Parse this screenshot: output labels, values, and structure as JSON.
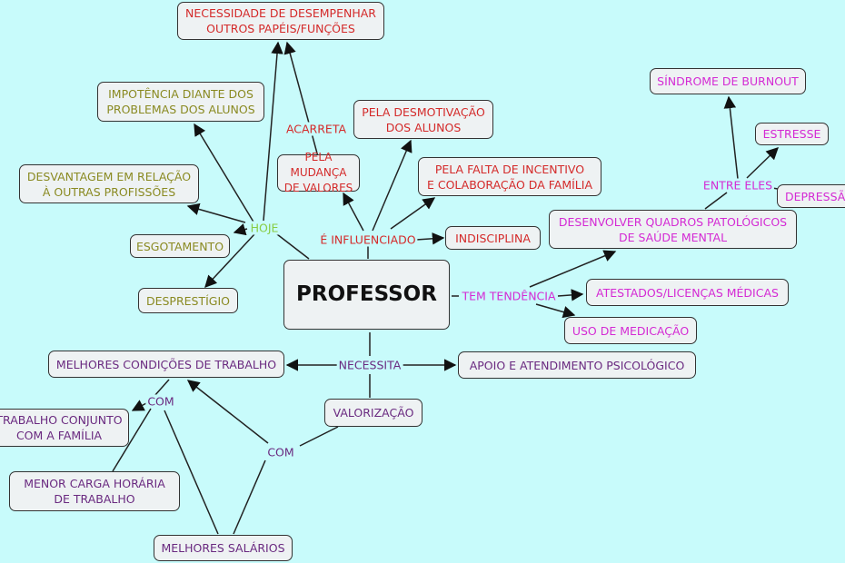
{
  "center": "PROFESSOR",
  "links": {
    "hoje": "HOJE",
    "influenciado": "É INFLUENCIADO",
    "acarreta": "ACARRETA",
    "tendencia": "TEM TENDÊNCIA",
    "entre_eles": "ENTRE ELES",
    "necessita": "NECESSITA",
    "com1": "COM",
    "com2": "COM"
  },
  "nodes": {
    "necessidade": "NECESSIDADE DE DESEMPENHAR\nOUTROS PAPÉIS/FUNÇÕES",
    "impotencia": "IMPOTÊNCIA DIANTE DOS\nPROBLEMAS DOS ALUNOS",
    "desvantagem": "DESVANTAGEM EM RELAÇÃO\nÀ OUTRAS PROFISSÕES",
    "esgotamento": "ESGOTAMENTO",
    "desprestigio": "DESPRESTÍGIO",
    "desmotivacao": "PELA DESMOTIVAÇÃO\nDOS ALUNOS",
    "mudanca": "PELA MUDANÇA\nDE VALORES",
    "falta": "PELA FALTA DE INCENTIVO\nE COLABORAÇÃO DA FAMÍLIA",
    "indisciplina": "INDISCIPLINA",
    "quadros": "DESENVOLVER QUADROS PATOLÓGICOS\nDE SAÚDE MENTAL",
    "burnout": "SÍNDROME DE BURNOUT",
    "estresse": "ESTRESSE",
    "depressao": "DEPRESSÃO",
    "atestados": "ATESTADOS/LICENÇAS MÉDICAS",
    "medicacao": "USO DE MEDICAÇÃO",
    "condicoes": "MELHORES CONDIÇÕES DE TRABALHO",
    "apoio": "APOIO E ATENDIMENTO PSICOLÓGICO",
    "valorizacao": "VALORIZAÇÃO",
    "conjunto": "TRABALHO CONJUNTO\nCOM A FAMÍLIA",
    "carga": "MENOR CARGA HORÁRIA\nDE TRABALHO",
    "salarios": "MELHORES SALÁRIOS"
  },
  "colors": {
    "background": "#c8fbfb",
    "red": "#d42a2a",
    "olive": "#8a8a22",
    "magenta": "#d42ad4",
    "purple": "#6a2a80",
    "green": "#88cc44"
  }
}
